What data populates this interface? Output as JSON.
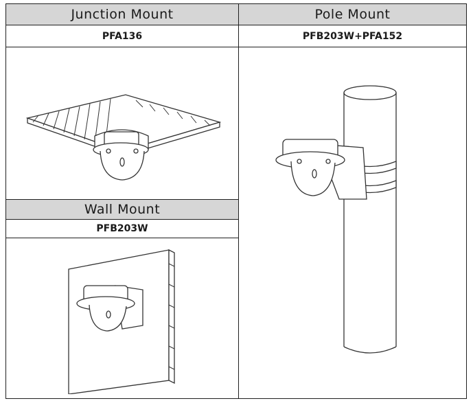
{
  "table": {
    "junction": {
      "header": "Junction Mount",
      "model": "PFA136"
    },
    "pole": {
      "header": "Pole Mount",
      "model": "PFB203W+PFA152"
    },
    "wall": {
      "header": "Wall Mount",
      "model": "PFB203W"
    }
  },
  "colors": {
    "header_bg": "#d6d6d6",
    "border": "#1f1f1f",
    "line": "#333333"
  }
}
